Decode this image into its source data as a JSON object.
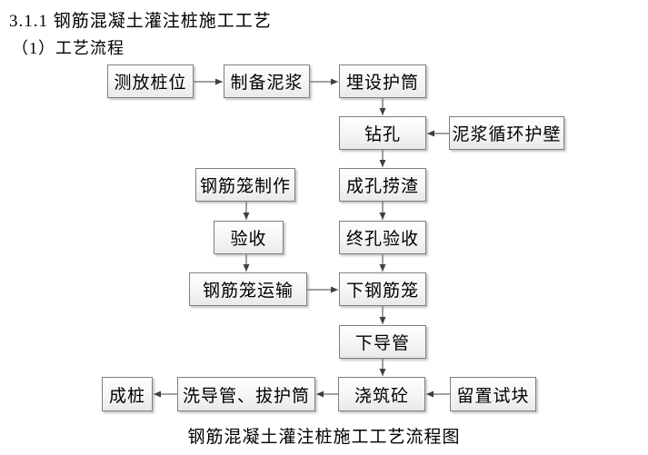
{
  "page": {
    "heading": "3.1.1 钢筋混凝土灌注桩施工工艺",
    "subheading": "（1）工艺流程",
    "caption": "钢筋混凝土灌注桩施工工艺流程图"
  },
  "flowchart": {
    "nodes": {
      "survey_pile_position": "测放桩位",
      "prepare_slurry": "制备泥浆",
      "install_casing": "埋设护筒",
      "drilling": "钻孔",
      "slurry_circulation": "泥浆循环护壁",
      "rebar_cage_fabrication": "钢筋笼制作",
      "hole_slag_removal": "成孔捞渣",
      "acceptance": "验收",
      "final_hole_acceptance": "终孔验收",
      "rebar_cage_transport": "钢筋笼运输",
      "lower_rebar_cage": "下钢筋笼",
      "lower_tremie_pipe": "下导管",
      "pile_completed": "成桩",
      "wash_pipe_pull_casing": "洗导管、拔护筒",
      "pour_concrete": "浇筑砼",
      "reserve_test_blocks": "留置试块"
    },
    "colors": {
      "box_border": "#7f7f7f",
      "box_fill": "#f2f2f2",
      "arrow": "#404040",
      "text": "#000000"
    }
  }
}
